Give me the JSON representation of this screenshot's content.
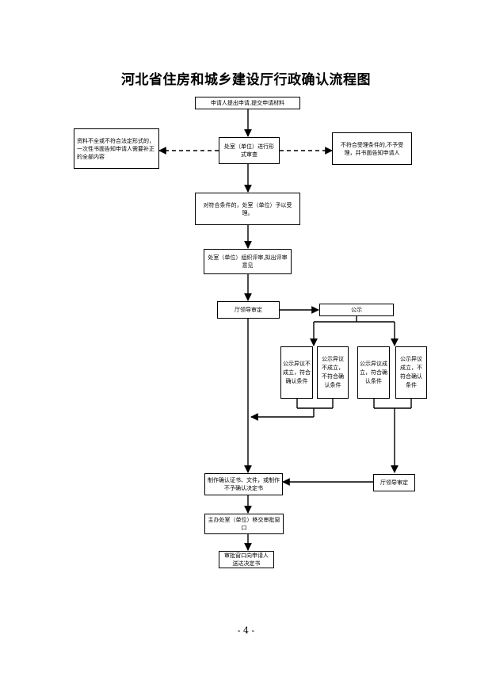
{
  "title": "河北省住房和城乡建设厅行政确认流程图",
  "nodes": {
    "apply": "申请人提出申请,提交申请材料",
    "materials_incomplete": "资料不全或不符合法定形式的，一次性书面告知申请人需要补正的全部内容",
    "formal_review": "处室（单位）进行形式审查",
    "not_accepted": "不符合受理条件的,不予受理，并书面告知申请人",
    "accepted": "对符合条件的，处室（单位）予以受理。",
    "organize_review": "处室（单位）组织评审,拟出评审意见",
    "leader_review": "厅领导审定",
    "publicity": "公示",
    "pub_1": "公示异议不成立，符合确认条件",
    "pub_2": "公示异议不成立，不符合确认条件",
    "pub_3": "公示异议成立，符合确认条件",
    "pub_4": "公示异议成立，不符合确认条件",
    "leader_review_2": "厅领导审定",
    "make_certificate": "制作确认证书、文件，或制作不予确认决定书",
    "transfer_window": "主办处室（单位）移交审批窗口",
    "deliver": "审批窗口向申请人送达决定书"
  },
  "page_number": "- 4 -"
}
